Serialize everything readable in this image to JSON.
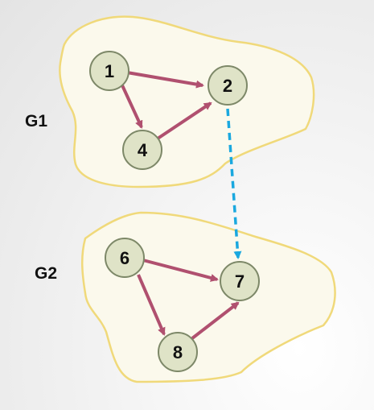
{
  "groups": [
    {
      "id": "G1",
      "label": "G1"
    },
    {
      "id": "G2",
      "label": "G2"
    }
  ],
  "nodes": [
    {
      "id": "1",
      "label": "1",
      "group": "G1"
    },
    {
      "id": "2",
      "label": "2",
      "group": "G1"
    },
    {
      "id": "4",
      "label": "4",
      "group": "G1"
    },
    {
      "id": "6",
      "label": "6",
      "group": "G2"
    },
    {
      "id": "7",
      "label": "7",
      "group": "G2"
    },
    {
      "id": "8",
      "label": "8",
      "group": "G2"
    }
  ],
  "edges": [
    {
      "from": "1",
      "to": "2",
      "style": "solid"
    },
    {
      "from": "1",
      "to": "4",
      "style": "solid"
    },
    {
      "from": "4",
      "to": "2",
      "style": "solid"
    },
    {
      "from": "6",
      "to": "7",
      "style": "solid"
    },
    {
      "from": "6",
      "to": "8",
      "style": "solid"
    },
    {
      "from": "8",
      "to": "7",
      "style": "solid"
    },
    {
      "from": "2",
      "to": "7",
      "style": "dashed"
    }
  ],
  "colors": {
    "region_fill": "#fbf9ec",
    "region_stroke": "#f0d97a",
    "node_fill": "#dfe3c7",
    "node_stroke": "#7d8868",
    "edge_solid": "#b0506f",
    "edge_dashed": "#1aa8df"
  }
}
